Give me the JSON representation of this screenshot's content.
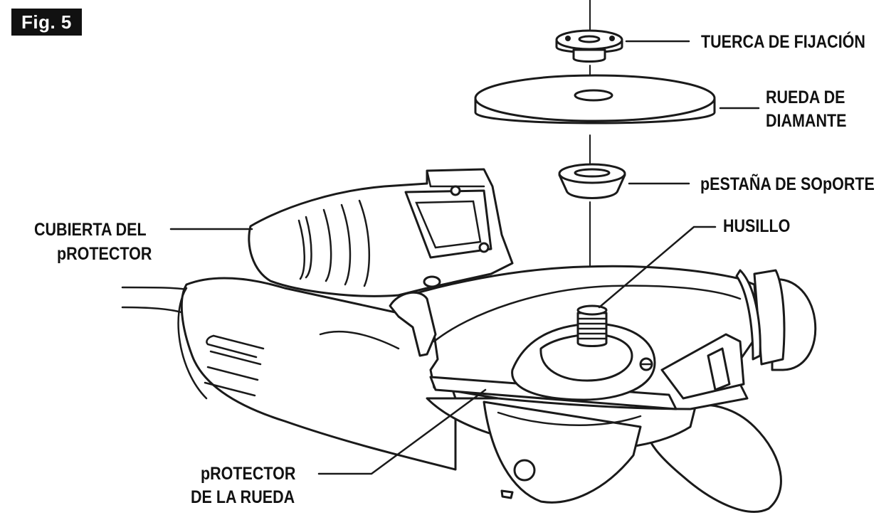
{
  "figure": {
    "label": "Fig. 5"
  },
  "callouts": {
    "tuerca": "TUERCA DE FIJACIÓN",
    "rueda_line1": "RUEDA DE",
    "rueda_line2": "DIAMANTE",
    "pestana": "pESTAÑA DE SOpORTE",
    "husillo": "HUSILLO",
    "cubierta_line1": "CUBIERTA DEL",
    "cubierta_line2": "pROTECTOR",
    "protector_line1": "pROTECTOR",
    "protector_line2": "DE LA RUEDA"
  },
  "colors": {
    "ink": "#1a1a1a",
    "paper": "#ffffff"
  }
}
